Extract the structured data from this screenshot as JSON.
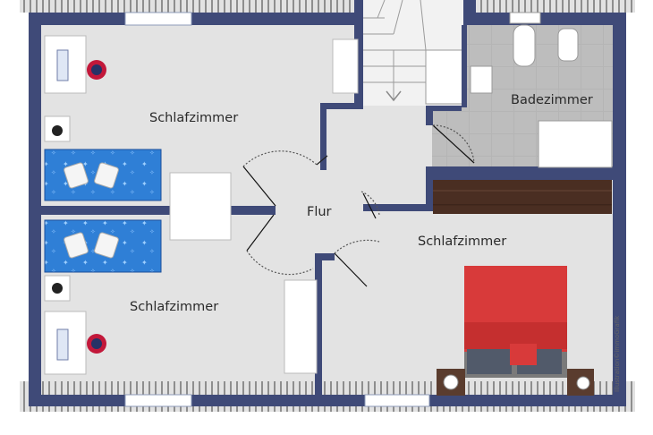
{
  "rooms": {
    "bedroom_top_left": "Schlafzimmer",
    "bathroom": "Badezimmer",
    "hallway": "Flur",
    "bedroom_right": "Schlafzimmer",
    "bedroom_bottom_left": "Schlafzimmer"
  },
  "credit": "Illustration©immoGrafik",
  "colors": {
    "wall": "#3f4a78",
    "floor": "#e3e3e3",
    "bath_tile": "#b9b9b9",
    "roof": "#d0d0d0",
    "duvet_blue": "#2f7fd6",
    "duvet_red": "#d83a3a",
    "wood_dark": "#4a2e22"
  }
}
